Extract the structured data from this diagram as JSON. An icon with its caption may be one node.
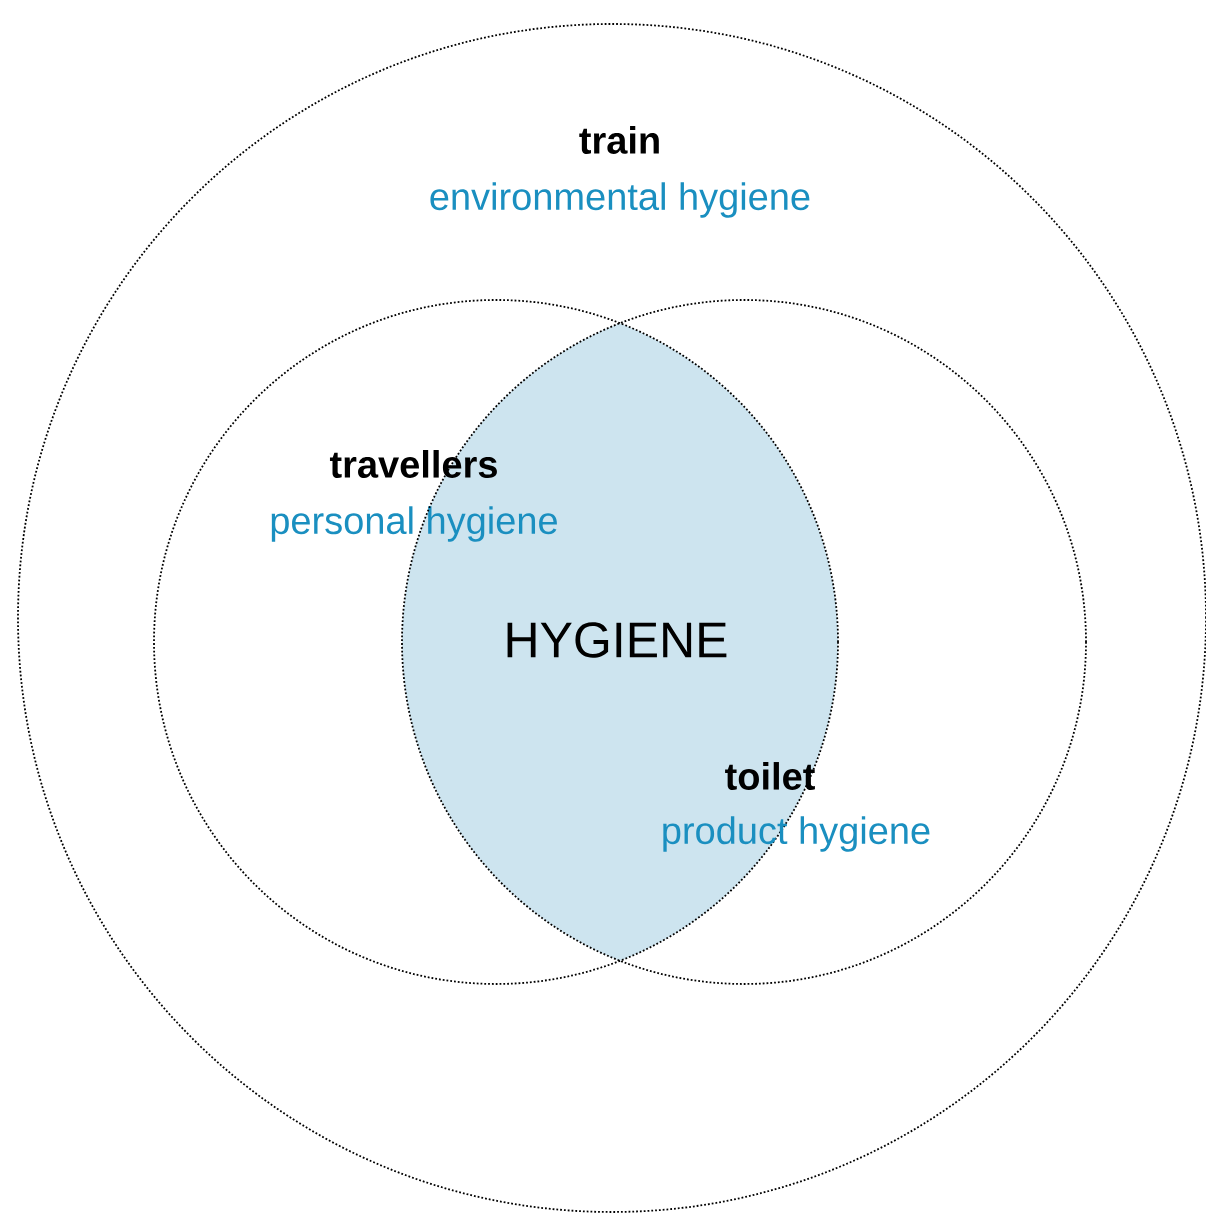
{
  "diagram": {
    "nodes": [
      {
        "text": [
          "train",
          "environmental hygiene"
        ]
      },
      {
        "text": [
          "travellers",
          "personal hygiene"
        ],
        "in": 0
      },
      {
        "text": [
          "toilet",
          "product hygiene"
        ],
        "in": 0
      },
      {
        "text": [
          "HYGIENE"
        ],
        "in": 0
      }
    ]
  }
}
